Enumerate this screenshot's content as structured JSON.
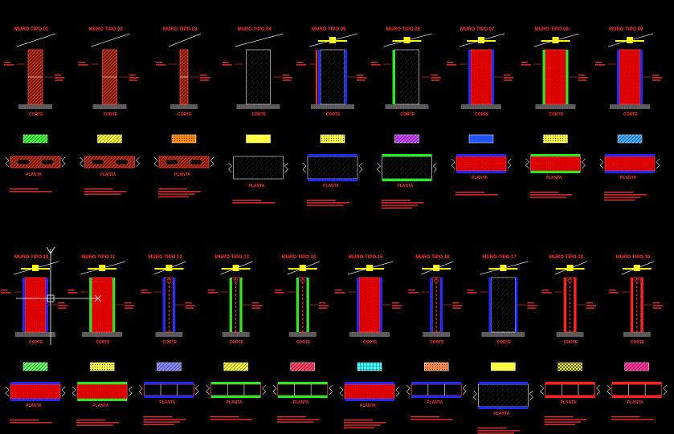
{
  "drawing": {
    "background": "#000000",
    "label_color": "#ff3030",
    "section_caption": "CORTE",
    "plan_caption": "PLANTA",
    "row1": [
      {
        "title": "MURO TIPO 01",
        "core": "brick",
        "finish": "none",
        "swatch": "#44ff44",
        "hatch": "lines"
      },
      {
        "title": "MURO TIPO 02",
        "core": "brick",
        "finish": "none",
        "swatch": "#ffff44",
        "hatch": "lines"
      },
      {
        "title": "MURO TIPO 03",
        "core": "brick-thin",
        "finish": "none",
        "swatch": "#ff8800",
        "hatch": "dots"
      },
      {
        "title": "MURO TIPO 04",
        "core": "concrete",
        "finish": "none",
        "swatch": "#ffff44",
        "hatch": "none"
      },
      {
        "title": "MURO TIPO 05",
        "core": "concrete",
        "finish": "blue-red",
        "swatch": "#ffff44",
        "hatch": "dots"
      },
      {
        "title": "MURO TIPO 06",
        "core": "concrete",
        "finish": "green",
        "swatch": "#cc44ff",
        "hatch": "lines"
      },
      {
        "title": "MURO TIPO 07",
        "core": "red",
        "finish": "blue",
        "swatch": "#2255ff",
        "hatch": "fill"
      },
      {
        "title": "MURO TIPO 08",
        "core": "red",
        "finish": "green",
        "swatch": "#ffff44",
        "hatch": "dots"
      },
      {
        "title": "MURO TIPO 09",
        "core": "red",
        "finish": "blue",
        "swatch": "#44aaff",
        "hatch": "lines"
      }
    ],
    "row2": [
      {
        "title": "MURO TIPO 10",
        "core": "red",
        "finish": "blue",
        "swatch": "#66ff66",
        "hatch": "lines"
      },
      {
        "title": "MURO TIPO 11",
        "core": "red",
        "finish": "green",
        "swatch": "#ffff44",
        "hatch": "dots"
      },
      {
        "title": "MURO TIPO 12",
        "core": "studs",
        "finish": "blue",
        "swatch": "#8888ff",
        "hatch": "lines"
      },
      {
        "title": "MURO TIPO 13",
        "core": "studs",
        "finish": "green",
        "swatch": "#ffff44",
        "hatch": "lines"
      },
      {
        "title": "MURO TIPO 14",
        "core": "studs",
        "finish": "green",
        "swatch": "#ff4466",
        "hatch": "lines"
      },
      {
        "title": "MURO TIPO 15",
        "core": "red",
        "finish": "blue",
        "swatch": "#44ffff",
        "hatch": "grid"
      },
      {
        "title": "MURO TIPO 16",
        "core": "studs",
        "finish": "blue",
        "swatch": "#ff8844",
        "hatch": "dots"
      },
      {
        "title": "MURO TIPO 17",
        "core": "concrete",
        "finish": "blue",
        "swatch": "#ffff44",
        "hatch": "none"
      },
      {
        "title": "MURO TIPO 18",
        "core": "studs-red",
        "finish": "red",
        "swatch": "#ffff44",
        "hatch": "cross"
      },
      {
        "title": "MURO TIPO 19",
        "core": "studs-red",
        "finish": "red",
        "swatch": "#ff3399",
        "hatch": "lines"
      }
    ],
    "cursor": {
      "crosshair": true
    }
  }
}
